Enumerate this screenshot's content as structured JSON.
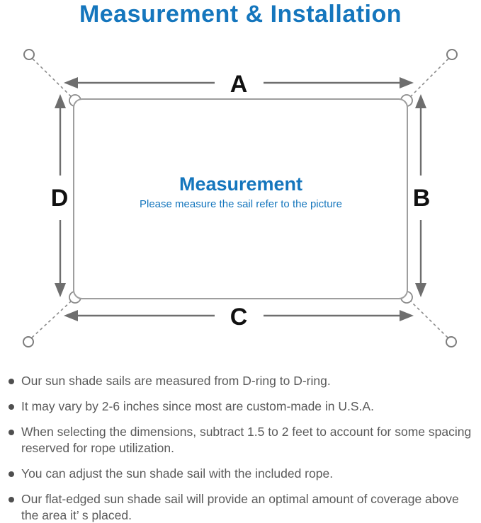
{
  "title": "Measurement & Installation",
  "diagram": {
    "center_title": "Measurement",
    "center_subtitle": "Please measure the sail refer to the picture",
    "dimension_labels": {
      "top": "A",
      "right": "B",
      "bottom": "C",
      "left": "D"
    }
  },
  "colors": {
    "accent_blue": "#1576bd",
    "label_black": "#111111",
    "note_text_gray": "#5a5a5a",
    "arrow_gray": "#6e6e6e",
    "outline_gray": "#9e9e9e"
  },
  "notes": [
    {
      "lines": [
        "Our sun shade sails are measured from D-ring to D-ring."
      ]
    },
    {
      "lines": [
        "It may vary by 2-6 inches since most are custom-made in U.S.A."
      ]
    },
    {
      "lines": [
        "When selecting the dimensions, subtract 1.5 to 2 feet to account for some spacing",
        "reserved for rope utilization."
      ]
    },
    {
      "lines": [
        "You can adjust the sun shade sail with the included rope."
      ]
    },
    {
      "lines": [
        "Our flat-edged sun shade sail will provide an optimal amount of coverage above",
        "the area it’ s placed."
      ]
    }
  ]
}
